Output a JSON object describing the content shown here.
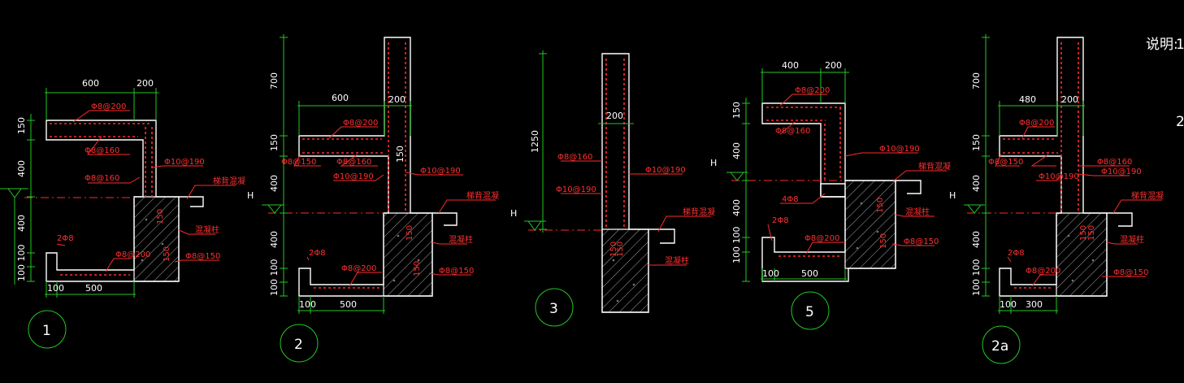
{
  "notes": {
    "heading": "说明:",
    "item1": "1.",
    "item2": "2"
  },
  "details": {
    "d1": {
      "label": "1",
      "dims": {
        "top_a": "600",
        "top_b": "200",
        "v1": "150",
        "v2": "400",
        "v3": "400",
        "v4": "100 100",
        "bot_a": "100",
        "bot_b": "500"
      },
      "rebar": {
        "r1": "Φ8@200",
        "r2": "Φ8@160",
        "r3": "Φ8@160",
        "r4": "Φ10@190",
        "r5": "2Φ8",
        "r6": "Φ8@200",
        "r7": "Φ8@150"
      },
      "notes": {
        "n1": "梯背混凝",
        "n2": "混凝柱",
        "n3": "150",
        "n4": "150"
      }
    },
    "d2": {
      "label": "2",
      "dims": {
        "h_mark": "H",
        "top_a": "600",
        "top_b": "200",
        "v0": "700",
        "v1": "150",
        "v2": "400",
        "v3": "400",
        "v4": "100 100",
        "bot_a": "100",
        "bot_b": "500",
        "side": "150"
      },
      "rebar": {
        "r1": "Φ8@200",
        "r2": "Φ8@150",
        "r3": "Φ8@160",
        "r4": "Φ10@190",
        "r5": "Φ10@190",
        "r6": "2Φ8",
        "r7": "Φ8@200",
        "r8": "Φ8@150"
      },
      "notes": {
        "n1": "梯背混凝",
        "n2": "混凝柱",
        "n3": "150",
        "n4": "150"
      }
    },
    "d3": {
      "label": "3",
      "dims": {
        "h_mark": "H",
        "v0": "1250",
        "w": "200"
      },
      "rebar": {
        "r1": "Φ8@160",
        "r2": "Φ10@190",
        "r3": "Φ10@190"
      },
      "notes": {
        "n1": "梯背混凝",
        "n2": "混凝柱",
        "n3": "150",
        "n4": "150"
      }
    },
    "d5": {
      "label": "5",
      "dims": {
        "h_mark": "H",
        "top_a": "400",
        "top_b": "200",
        "v1": "150",
        "v2": "400",
        "v3": "400",
        "v4": "100 100",
        "bot_a": "100",
        "bot_b": "500"
      },
      "rebar": {
        "r1": "Φ8@200",
        "r2": "Φ8@160",
        "r3": "Φ10@190",
        "r4": "4Φ8",
        "r5": "2Φ8",
        "r6": "Φ8@200",
        "r7": "Φ8@150"
      },
      "notes": {
        "n1": "梯背混凝",
        "n2": "混凝柱",
        "n3": "150",
        "n4": "150"
      }
    },
    "d2a": {
      "label": "2a",
      "dims": {
        "top_a": "480",
        "top_b": "200",
        "v0": "700",
        "v1": "150",
        "v2": "400",
        "v3": "400",
        "v4": "100 100",
        "bot_a": "100",
        "bot_b": "300"
      },
      "rebar": {
        "r1": "Φ8@200",
        "r2": "Φ8@150",
        "r3": "Φ8@160",
        "r4": "Φ10@190",
        "r5": "Φ10@190",
        "r6": "2Φ8",
        "r7": "Φ8@200",
        "r8": "Φ8@150"
      },
      "notes": {
        "n1": "梯背混凝",
        "n2": "混凝柱",
        "n3": "150",
        "n4": "150"
      }
    }
  }
}
